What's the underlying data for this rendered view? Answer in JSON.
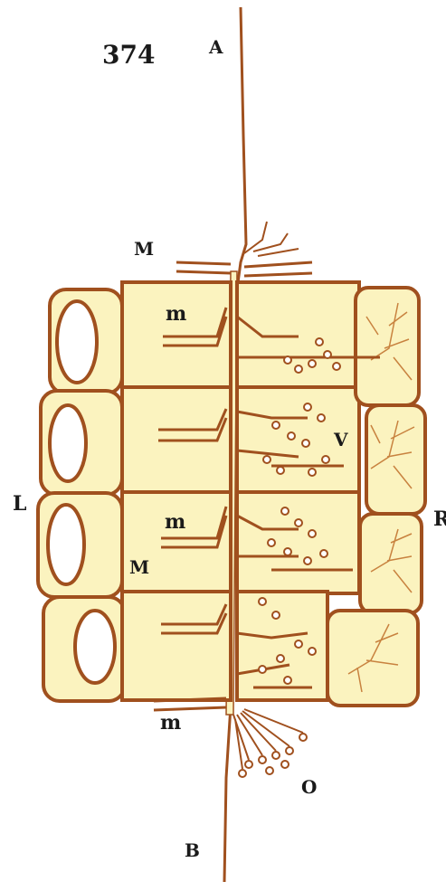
{
  "figure": {
    "number": "374",
    "labels": {
      "a": "A",
      "b": "B",
      "m_upper": "M",
      "m_lower": "M",
      "m1": "m",
      "m2": "m",
      "m3": "m",
      "l": "L",
      "r": "R",
      "v": "V",
      "o": "O"
    }
  },
  "colors": {
    "fill": "#fbf3bf",
    "stroke": "#a0501e",
    "stroke_light": "#c8823f"
  }
}
